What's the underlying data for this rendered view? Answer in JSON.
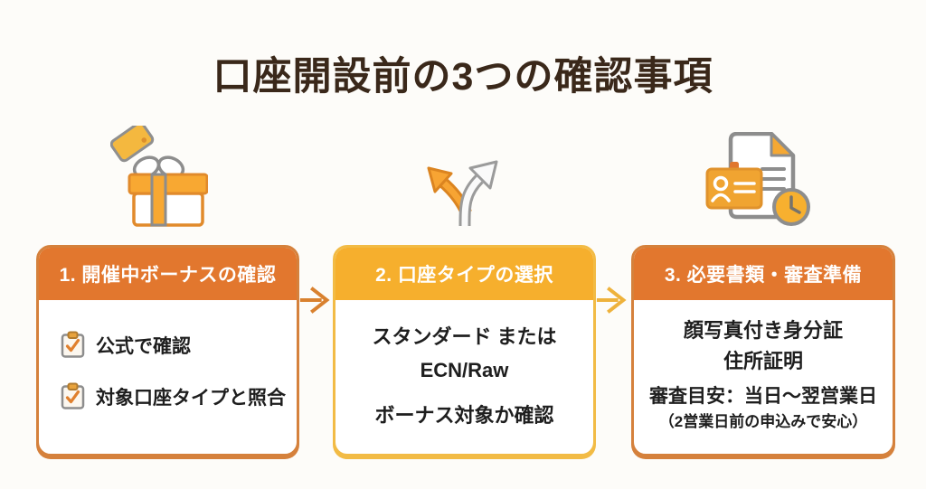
{
  "title": "口座開設前の3つの確認事項",
  "colors": {
    "bg": "#FDFCF9",
    "title_brown": "#3A281A",
    "header_orange": "#E2772E",
    "header_amber": "#F6AF2D",
    "border_orange": "#D5813C",
    "border_amber": "#F2BB45",
    "arrow_orange": "#D9812F",
    "arrow_amber": "#EEB23C"
  },
  "steps": [
    {
      "icon": "gift-icon",
      "header": "1. 開催中ボーナスの確認",
      "items": [
        "公式で確認",
        "対象口座タイプと照合"
      ]
    },
    {
      "icon": "fork-arrows-icon",
      "header": "2. 口座タイプの選択",
      "lines": [
        "スタンダード または",
        "ECN/Raw",
        "ボーナス対象か確認"
      ]
    },
    {
      "icon": "id-documents-clock-icon",
      "header": "3. 必要書類・審査準備",
      "lines": [
        "顔写真付き身分証",
        "住所証明",
        "審査目安：当日〜翌営業日",
        "（2営業日前の申込みで安心）"
      ]
    }
  ]
}
